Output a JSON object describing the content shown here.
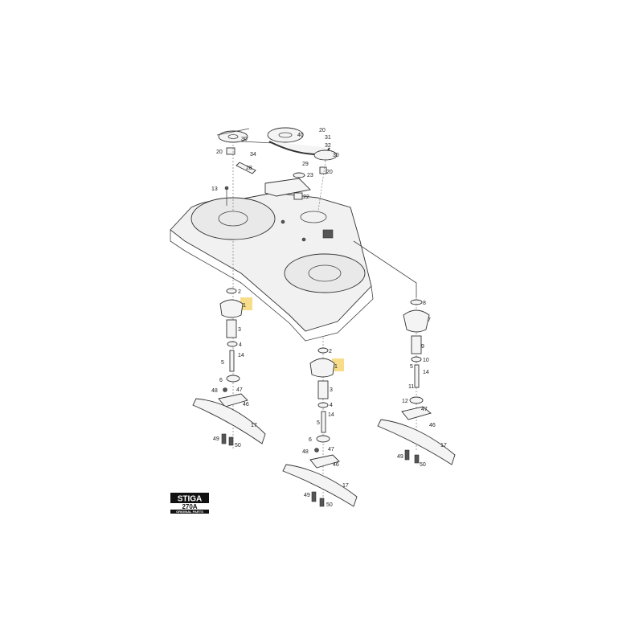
{
  "labels": {
    "top": [
      "30",
      "20",
      "34",
      "28",
      "40",
      "20",
      "31",
      "32",
      "30",
      "29",
      "23",
      "20",
      "22",
      "13"
    ],
    "left": [
      "2",
      "1",
      "3",
      "4",
      "5",
      "14",
      "6",
      "47",
      "48",
      "46",
      "17",
      "49",
      "50"
    ],
    "center": [
      "2",
      "1",
      "3",
      "4",
      "5",
      "14",
      "6",
      "47",
      "48",
      "46",
      "17",
      "49",
      "50"
    ],
    "right": [
      "8",
      "7",
      "9",
      "10",
      "5",
      "14",
      "11",
      "12",
      "47",
      "46",
      "17",
      "49",
      "50"
    ]
  },
  "logo": {
    "brand": "STIGA",
    "model": "270A",
    "tagline": "ORIGINAL PARTS"
  },
  "colors": {
    "highlight": "#f7dc8a",
    "ink": "#333333",
    "deck": "#f0f0f0"
  }
}
